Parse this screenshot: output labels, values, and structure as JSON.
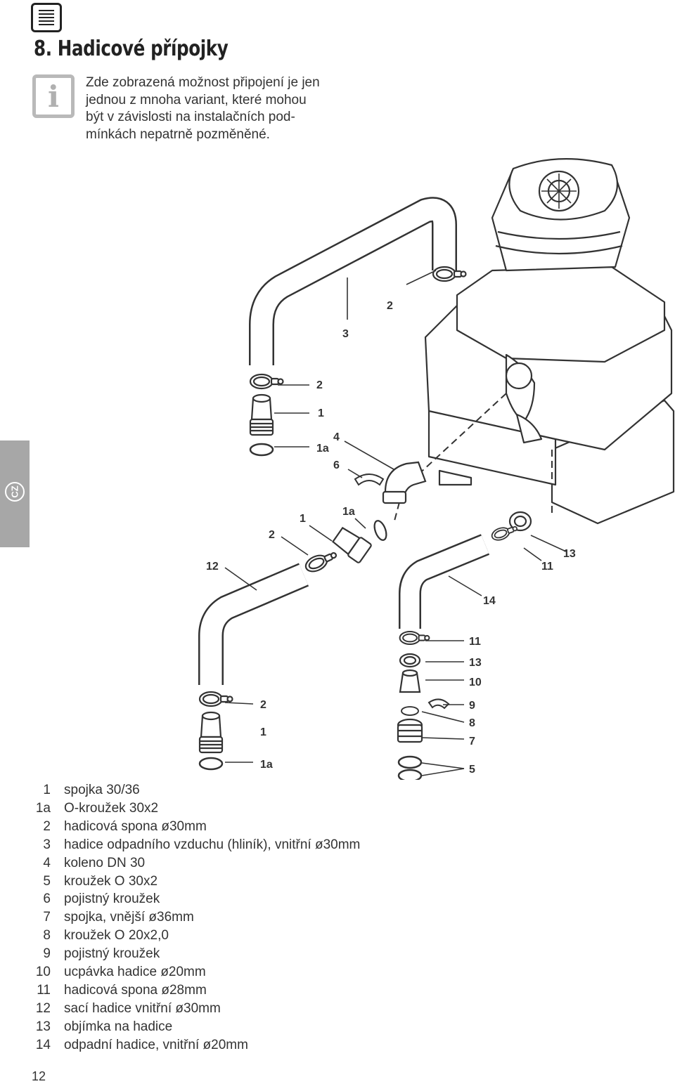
{
  "section": {
    "title": "8. Hadicové přípojky"
  },
  "info_note": {
    "lines": [
      "Zde zobrazená možnost připojení je jen",
      "jednou z mnoha variant, které mohou",
      "být v závislosti na instalačních pod-",
      "mínkách nepatrně pozměněné."
    ]
  },
  "side_tab": {
    "label": "CZ"
  },
  "diagram": {
    "callouts": [
      "2",
      "3",
      "2",
      "1",
      "4",
      "1a",
      "6",
      "1",
      "1a",
      "2",
      "12",
      "11",
      "13",
      "14",
      "11",
      "13",
      "10",
      "2",
      "9",
      "8",
      "1",
      "7",
      "1a",
      "5"
    ]
  },
  "legend": {
    "items": [
      {
        "num": "1",
        "text": "spojka 30/36"
      },
      {
        "num": "1a",
        "text": "O-kroužek 30x2"
      },
      {
        "num": "2",
        "text": "hadicová spona ø30mm"
      },
      {
        "num": "3",
        "text": "hadice odpadního vzduchu (hliník), vnitřní ø30mm"
      },
      {
        "num": "4",
        "text": "koleno DN 30"
      },
      {
        "num": "5",
        "text": "kroužek O 30x2"
      },
      {
        "num": "6",
        "text": "pojistný kroužek"
      },
      {
        "num": "7",
        "text": "spojka, vnější ø36mm"
      },
      {
        "num": "8",
        "text": "kroužek O 20x2,0"
      },
      {
        "num": "9",
        "text": "pojistný kroužek"
      },
      {
        "num": "10",
        "text": "ucpávka hadice ø20mm"
      },
      {
        "num": "11",
        "text": "hadicová spona ø28mm"
      },
      {
        "num": "12",
        "text": "sací hadice vnitřní ø30mm"
      },
      {
        "num": "13",
        "text": "objímka na hadice"
      },
      {
        "num": "14",
        "text": "odpadní hadice, vnitřní ø20mm"
      }
    ]
  },
  "page": {
    "number": "12"
  }
}
